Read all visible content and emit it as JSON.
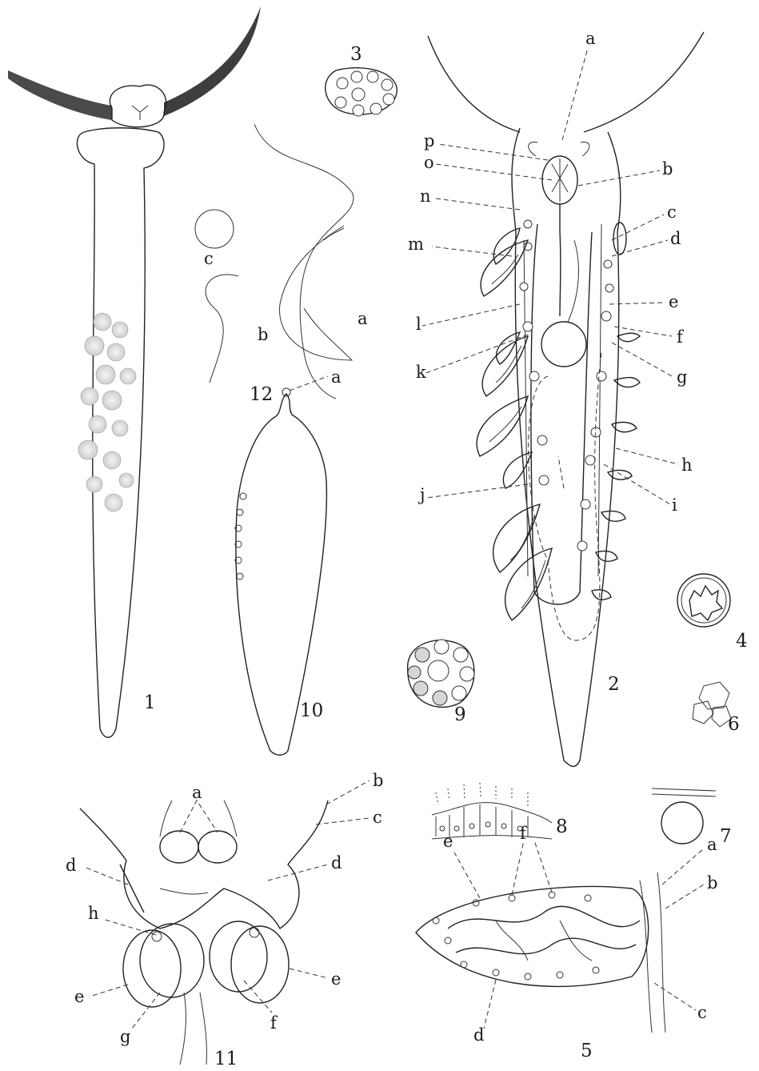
{
  "plate": {
    "figures": {
      "f1": {
        "number": "1"
      },
      "f2": {
        "number": "2",
        "labels": [
          "a",
          "b",
          "c",
          "d",
          "e",
          "f",
          "g",
          "h",
          "i",
          "j",
          "k",
          "l",
          "m",
          "n",
          "o",
          "p"
        ]
      },
      "f3": {
        "number": "3"
      },
      "f4": {
        "number": "4"
      },
      "f5": {
        "number": "5",
        "labels": [
          "a",
          "b",
          "c",
          "d",
          "e",
          "f"
        ]
      },
      "f6": {
        "number": "6"
      },
      "f7": {
        "number": "7"
      },
      "f8": {
        "number": "8"
      },
      "f9": {
        "number": "9"
      },
      "f10": {
        "number": "10",
        "labels": [
          "a"
        ]
      },
      "f11": {
        "number": "11",
        "labels": [
          "a",
          "b",
          "c",
          "d",
          "d",
          "e",
          "e",
          "f",
          "g",
          "h"
        ]
      },
      "f12": {
        "number": "12",
        "labels": [
          "a",
          "b",
          "c"
        ]
      }
    }
  }
}
